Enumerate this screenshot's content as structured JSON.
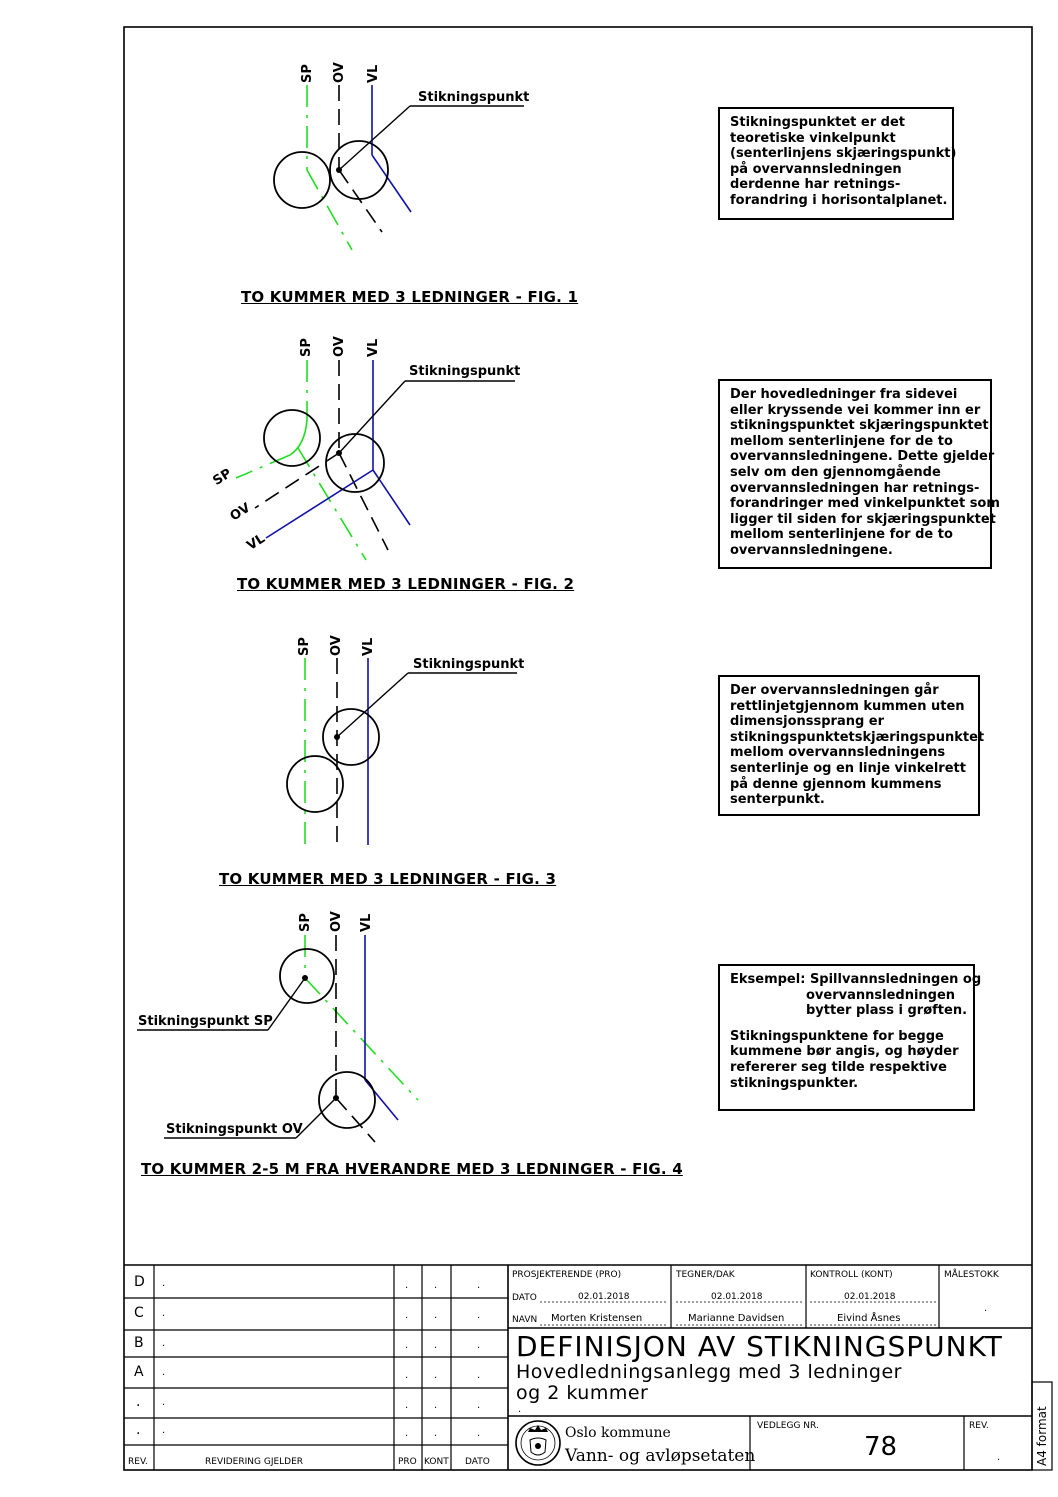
{
  "figures": [
    {
      "caption": "TO KUMMER MED 3 LEDNINGER - FIG. 1",
      "line_labels": [
        "SP",
        "OV",
        "VL"
      ],
      "point_label": "Stikningspunkt",
      "note": [
        "Stikningspunktet er det",
        "teoretiske vinkelpunkt",
        "(senterlinjens skjæringspunkt)",
        "på overvannsledningen",
        "derdenne har retnings-",
        "forandring i horisontalplanet."
      ]
    },
    {
      "caption": "TO KUMMER MED 3 LEDNINGER - FIG. 2",
      "line_labels": [
        "SP",
        "OV",
        "VL"
      ],
      "side_labels": [
        "SP",
        "OV",
        "VL"
      ],
      "point_label": "Stikningspunkt",
      "note": [
        "Der hovedledninger fra sidevei",
        "eller kryssende vei kommer inn er",
        "stikningspunktet skjæringspunktet",
        "mellom senterlinjene for de to",
        "overvannsledningene. Dette gjelder",
        "selv om  den gjennomgående",
        "overvannsledningen har retnings-",
        "forandringer med vinkelpunktet som",
        "ligger til siden for skjæringspunktet",
        "mellom senterlinjene for de to",
        "overvannsledningene."
      ]
    },
    {
      "caption": "TO KUMMER MED 3 LEDNINGER - FIG. 3",
      "line_labels": [
        "SP",
        "OV",
        "VL"
      ],
      "point_label": "Stikningspunkt",
      "note": [
        "Der overvannsledningen går",
        "rettlinjetgjennom kummen uten",
        "dimensjonssprang er",
        "stikningspunktetskjæringspunktet",
        "mellom overvannsledningens",
        "senterlinje og en linje vinkelrett",
        "på denne gjennom kummens",
        "senterpunkt."
      ]
    },
    {
      "caption": "TO KUMMER 2-5 M FRA HVERANDRE MED 3 LEDNINGER - FIG. 4",
      "line_labels": [
        "SP",
        "OV",
        "VL"
      ],
      "point_label_sp": "Stikningspunkt SP",
      "point_label_ov": "Stikningspunkt OV",
      "note_lead": "Eksempel:",
      "note_head": [
        "Spillvannsledningen og",
        "overvannsledningen",
        "bytter plass i grøften."
      ],
      "note": [
        "Stikningspunktene for begge",
        "kummene bør angis, og høyder",
        "refererer seg tilde respektive",
        "stikningspunkter."
      ]
    }
  ],
  "title_block": {
    "revisions": [
      {
        "rev": "D",
        "desc": ".",
        "pro": ".",
        "kont": ".",
        "dato": "."
      },
      {
        "rev": "C",
        "desc": ".",
        "pro": ".",
        "kont": ".",
        "dato": "."
      },
      {
        "rev": "B",
        "desc": ".",
        "pro": ".",
        "kont": ".",
        "dato": "."
      },
      {
        "rev": "A",
        "desc": ".",
        "pro": ".",
        "kont": ".",
        "dato": "."
      },
      {
        "rev": ".",
        "desc": ".",
        "pro": ".",
        "kont": ".",
        "dato": "."
      },
      {
        "rev": ".",
        "desc": ".",
        "pro": ".",
        "kont": ".",
        "dato": "."
      }
    ],
    "rev_header": "REV.",
    "desc_header": "REVIDERING GJELDER",
    "pro_header": "PRO",
    "kont_header": "KONT",
    "dato_header": "DATO",
    "prosjekterende_label": "PROSJEKTERENDE (PRO)",
    "tegner_label": "TEGNER/DAK",
    "kontroll_label": "KONTROLL (KONT)",
    "malestokk_label": "MÅLESTOKK",
    "malestokk_value": ".",
    "dato_label": "DATO",
    "navn_label": "NAVN",
    "pro_date": "02.01.2018",
    "tegner_date": "02.01.2018",
    "kontroll_date": "02.01.2018",
    "pro_name": "Morten Kristensen",
    "tegner_name": "Marianne Davidsen",
    "kontroll_name": "Eivind Åsnes",
    "title": "DEFINISJON AV STIKNINGSPUNKT",
    "subtitle_1": "Hovedledningsanlegg med 3 ledninger",
    "subtitle_2": "og 2 kummer",
    "subtitle_3": ".",
    "org_1": "Oslo kommune",
    "org_2": "Vann- og avløpsetaten",
    "vedlegg_label": "VEDLEGG NR.",
    "vedlegg_value": "78",
    "rev_label": "REV.",
    "rev_value": ".",
    "format_label": "A4 format"
  },
  "colors": {
    "sp": "#22dd22",
    "ov": "#000000",
    "vl": "#1010aa"
  }
}
